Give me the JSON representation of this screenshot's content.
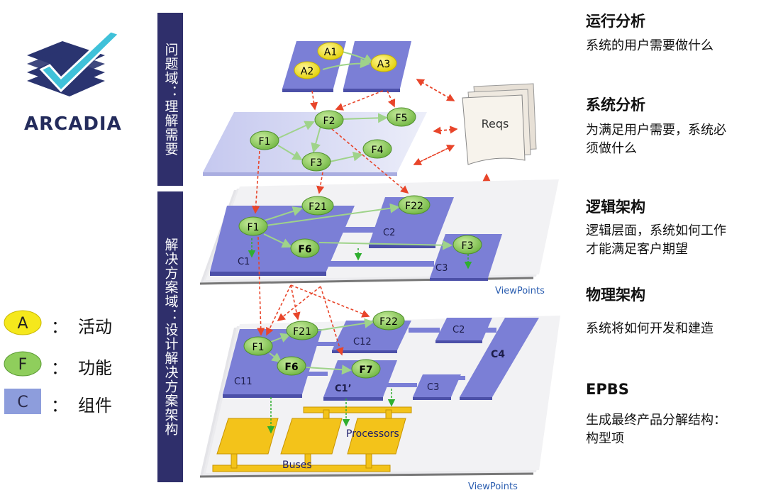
{
  "logo": {
    "name": "ARCADIA"
  },
  "vertical_bars": {
    "problem_domain": "问题域：理解需要",
    "solution_domain": "解决方案域：设计解决方案架构"
  },
  "legend": [
    {
      "symbol": "A",
      "colon": "：",
      "label": "活动",
      "color": "#f5e81c"
    },
    {
      "symbol": "F",
      "colon": "：",
      "label": "功能",
      "color": "#8fce5c"
    },
    {
      "symbol": "C",
      "colon": "：",
      "label": "组件",
      "color": "#8d9ddc"
    }
  ],
  "steps": [
    {
      "title": "运行分析",
      "desc": "系统的用户需要做什么"
    },
    {
      "title": "系统分析",
      "desc": "为满足用户需要，系统必须做什么"
    },
    {
      "title": "逻辑架构",
      "desc": "逻辑层面，系统如何工作才能满足客户期望"
    },
    {
      "title": "物理架构",
      "desc": "系统将如何开发和建造"
    },
    {
      "title": "EPBS",
      "desc": "生成最终产品分解结构：构型项"
    }
  ],
  "diagram": {
    "reqs": "Reqs",
    "viewpoints_1": "ViewPoints",
    "viewpoints_2": "ViewPoints",
    "processors": "Processors",
    "buses": "Buses",
    "layer1": {
      "activities": [
        "A1",
        "A2",
        "A3"
      ]
    },
    "layer2": {
      "functions": [
        "F1",
        "F2",
        "F3",
        "F4",
        "F5"
      ]
    },
    "layer3": {
      "functions": [
        "F1",
        "F21",
        "F22",
        "F6",
        "F3"
      ],
      "components": [
        "C1",
        "C2",
        "C3"
      ]
    },
    "layer4": {
      "functions": [
        "F1",
        "F21",
        "F22",
        "F6",
        "F7"
      ],
      "components": [
        "C11",
        "C12",
        "C2",
        "C3",
        "C4",
        "C1’"
      ]
    }
  },
  "colors": {
    "bar": "#2f2f6b",
    "plate": "#7b7fd6",
    "plate_light": "#c9ccf0",
    "function": "#8fce5c",
    "activity": "#f5e81c",
    "hardware": "#f3c31a",
    "trace_arrow": "#e8452a",
    "flow_arrow": "#2fae2f"
  }
}
